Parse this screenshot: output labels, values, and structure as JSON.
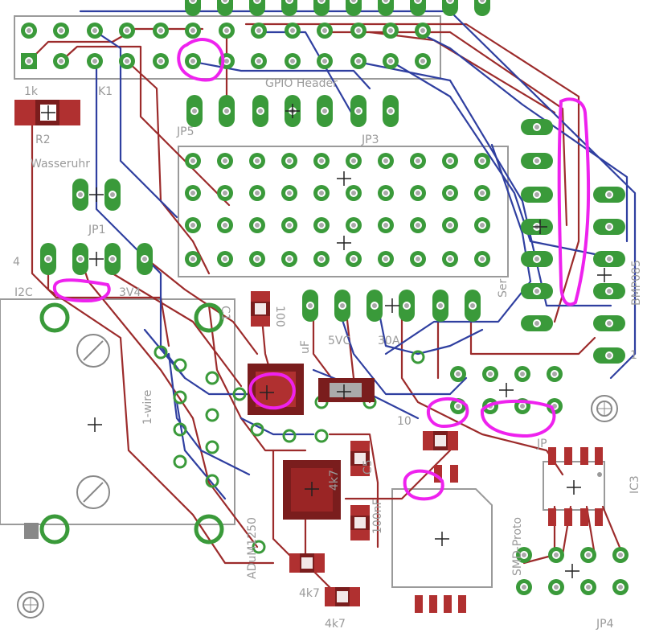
{
  "colors": {
    "background": "#ffffff",
    "pad": "#3a9a3a",
    "pad_ring": "#ffffff",
    "pad_hole": "#a8a8a8",
    "trace_bottom": "#9c2b2b",
    "trace_top": "#2f3fa0",
    "smd_body": "#7a1d1d",
    "smd_pad": "#b03030",
    "silkscreen": "#9a9a9a",
    "via": "#3a9a3a",
    "highlight": "#ee22ee"
  },
  "labels": {
    "r1k": "1k",
    "k1": "K1",
    "r2": "R2",
    "wasseruhr": "Wasseruhr",
    "gpio_header": "GPIO Header",
    "jp5": "JP5",
    "jp3": "JP3",
    "jp1": "JP1",
    "i2c": "I2C",
    "v3v4": "3V4",
    "num4": "4",
    "c1": "C1",
    "c100": "100",
    "r5vc": "5VC",
    "r30a": "30A",
    "uf": "uF",
    "onewire": "1-wire",
    "adu": "ADuM1250",
    "c5": "C5",
    "nf100": "100nF",
    "r4k7a": "4k7",
    "r4k7b": "4k7",
    "r4k7c": "4k7",
    "smd_proto": "SMD-Proto",
    "ic3": "IC3",
    "jp4": "JP4",
    "bmp085": "BMP085",
    "ser": "Ser",
    "one": "1",
    "r10": "10",
    "jp": "JP"
  }
}
